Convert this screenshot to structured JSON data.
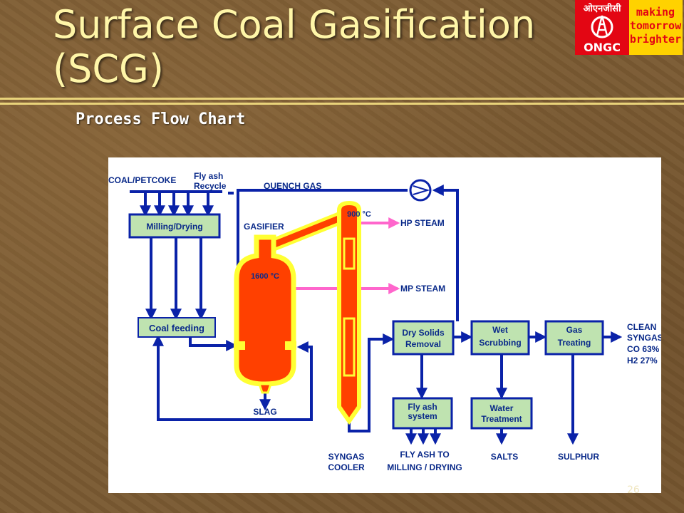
{
  "slide": {
    "title_line1": "Surface Coal Gasification",
    "title_line2": "(SCG)",
    "subtitle": "Process Flow Chart",
    "slide_number": "26"
  },
  "logo": {
    "hindi_text": "ओएनजीसी",
    "brand": "ONGC",
    "tagline_1": "making",
    "tagline_2": "tomorrow",
    "tagline_3": "brighter",
    "brand_red": "#e30613",
    "tagline_yellow": "#ffd200"
  },
  "diagram": {
    "coal": "COAL/PETCOKE",
    "fly_ash_1": "Fly ash",
    "fly_ash_2": "Recycle",
    "quench_gas": "QUENCH GAS",
    "gasifier": "GASIFIER",
    "gasifier_temp": "1600 °C",
    "cooler_temp": "900 °C",
    "hp_steam": "HP STEAM",
    "mp_steam": "MP STEAM",
    "milling": "Milling/Drying",
    "coal_feeding": "Coal feeding",
    "dry_solids_1": "Dry Solids",
    "dry_solids_2": "Removal",
    "wet_1": "Wet",
    "wet_2": "Scrubbing",
    "gas_1": "Gas",
    "gas_2": "Treating",
    "clean_1": "CLEAN",
    "clean_2": "SYNGAS",
    "clean_3": "CO 63%",
    "clean_4": "H2 27%",
    "flyash_sys_1": "Fly ash",
    "flyash_sys_2": "system",
    "water_1": "Water",
    "water_2": "Treatment",
    "slag": "SLAG",
    "syngas_1": "SYNGAS",
    "syngas_2": "COOLER",
    "fly_out_1": "FLY ASH TO",
    "fly_out_2": "MILLING / DRYING",
    "salts": "SALTS",
    "sulphur": "SULPHUR",
    "colors": {
      "flow": "#0a22a8",
      "box_fill": "#bfe3b0",
      "vessel": "#ff4000",
      "vessel_glow": "#ffff33",
      "steam": "#ff66cc"
    }
  }
}
